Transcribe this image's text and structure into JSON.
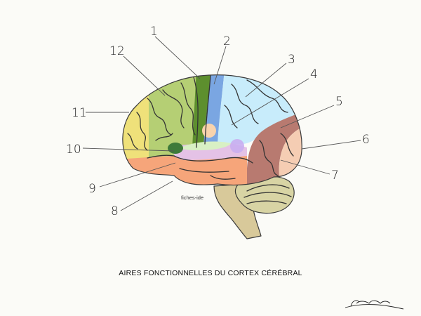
{
  "caption": "AIRES FONCTIONNELLES DU CORTEX CÉRÉBRAL",
  "watermark": "fiches-ide",
  "labels": [
    "1",
    "2",
    "3",
    "4",
    "5",
    "6",
    "7",
    "8",
    "9",
    "10",
    "11",
    "12"
  ],
  "colors": {
    "frontal": "#b5cf74",
    "prefrontal": "#efe17a",
    "motor": "#5d8f2e",
    "premotor_dark": "#3e7a3a",
    "sensory": "#7aa6e2",
    "parietal": "#c8ecfb",
    "occipital_inner": "#b87a70",
    "occipital_outer": "#f5cdb3",
    "temporal": "#f6a57a",
    "temporal_upper": "#e4c2e6",
    "insula": "#d8f0c4",
    "wernicke": "#c9aef0",
    "taste": "#f9d3ac",
    "cerebellum": "#d8d4a4",
    "brainstem": "#d8c99a"
  }
}
